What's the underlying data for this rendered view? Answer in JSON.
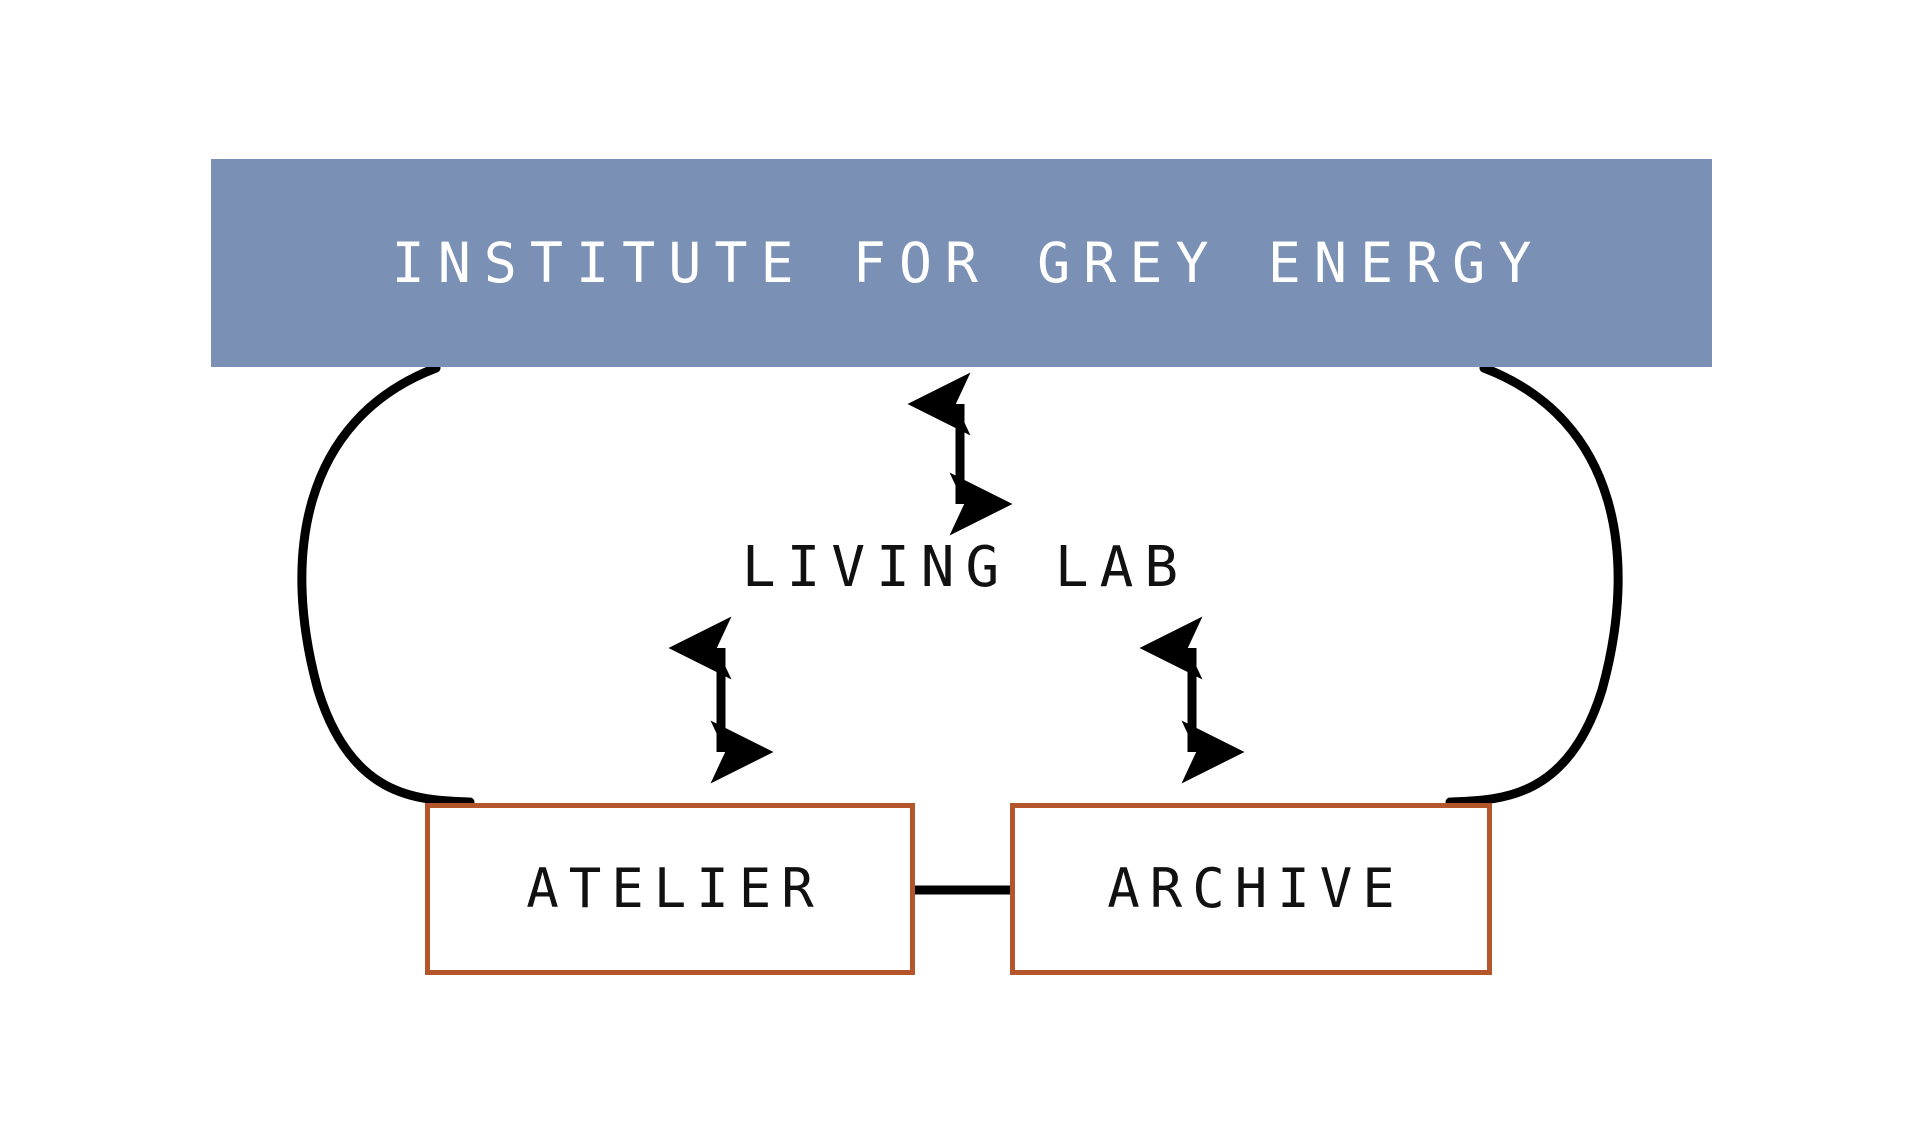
{
  "diagram": {
    "title": "INSTITUTE FOR GREY ENERGY",
    "center_node": "LIVING LAB",
    "nodes": [
      {
        "id": "atelier",
        "label": "ATELIER"
      },
      {
        "id": "archive",
        "label": "ARCHIVE"
      }
    ],
    "connectors": [
      {
        "id": "institute-livinglab",
        "type": "double-arrow",
        "from": "INSTITUTE FOR GREY ENERGY",
        "to": "LIVING LAB"
      },
      {
        "id": "livinglab-atelier",
        "type": "double-arrow",
        "from": "LIVING LAB",
        "to": "ATELIER"
      },
      {
        "id": "livinglab-archive",
        "type": "double-arrow",
        "from": "LIVING LAB",
        "to": "ARCHIVE"
      },
      {
        "id": "atelier-archive",
        "type": "line",
        "from": "ATELIER",
        "to": "ARCHIVE"
      },
      {
        "id": "institute-atelier",
        "type": "curve",
        "from": "INSTITUTE FOR GREY ENERGY",
        "to": "ATELIER"
      },
      {
        "id": "institute-archive",
        "type": "curve",
        "from": "INSTITUTE FOR GREY ENERGY",
        "to": "ARCHIVE"
      }
    ],
    "colors": {
      "banner_fill": "#7a90b4",
      "banner_text": "#ffffff",
      "node_border": "#b4552b",
      "node_text": "#111111",
      "connector": "#000000",
      "background": "#ffffff"
    }
  }
}
